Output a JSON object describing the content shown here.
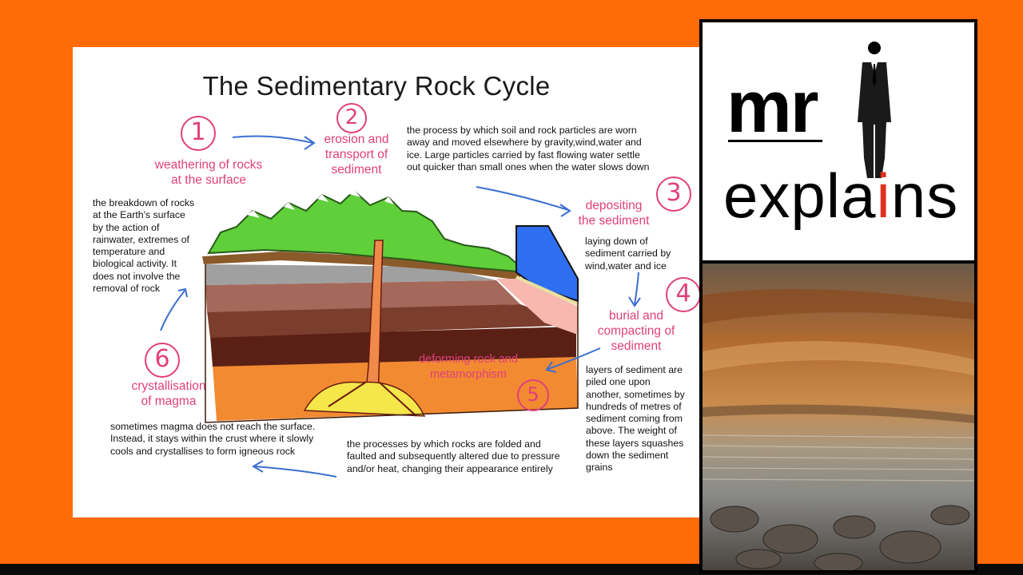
{
  "title": "The Sedimentary Rock Cycle",
  "stages": {
    "s1": {
      "number": "1",
      "label": "weathering of rocks\nat the surface"
    },
    "s2": {
      "number": "2",
      "label": "erosion and\ntransport of\nsediment"
    },
    "s3": {
      "number": "3",
      "label": "depositing\nthe sediment"
    },
    "s4": {
      "number": "4",
      "label": "burial and\ncompacting of\nsediment"
    },
    "s5": {
      "number": "5",
      "label": "deforming rock and\nmetamorphism"
    },
    "s6": {
      "number": "6",
      "label": "crystallisation\nof magma"
    }
  },
  "descriptions": {
    "weathering": "the breakdown of rocks at the Earth's surface by the action of rainwater, extremes of temperature and biological activity. It does not involve the removal of rock",
    "erosion": "the process by which soil and rock particles are worn away and moved elsewhere by gravity,wind,water and ice. Large particles carried by fast flowing water settle out quicker than small ones when the water slows down",
    "depositing": "laying down of sediment carried by wind,water and ice",
    "burial": "layers of sediment are piled one upon another, sometimes by hundreds of metres of sediment coming from above. The weight of these layers squashes down the sediment grains",
    "deforming": "the processes by which rocks are folded and faulted and subsequently altered due to pressure and/or heat, changing their appearance entirely",
    "crystallisation": "sometimes magma does not reach the surface. Instead, it stays within the crust where it slowly cools and crystallises to form igneous rock"
  },
  "logo": {
    "mr": "mr",
    "explains_pre": "expla",
    "explains_i": "i",
    "explains_post": "ns"
  },
  "colors": {
    "background": "#ff6b08",
    "stage_label": "#e0407a",
    "arrow": "#3a6fd0",
    "logo_accent": "#e0301e"
  }
}
